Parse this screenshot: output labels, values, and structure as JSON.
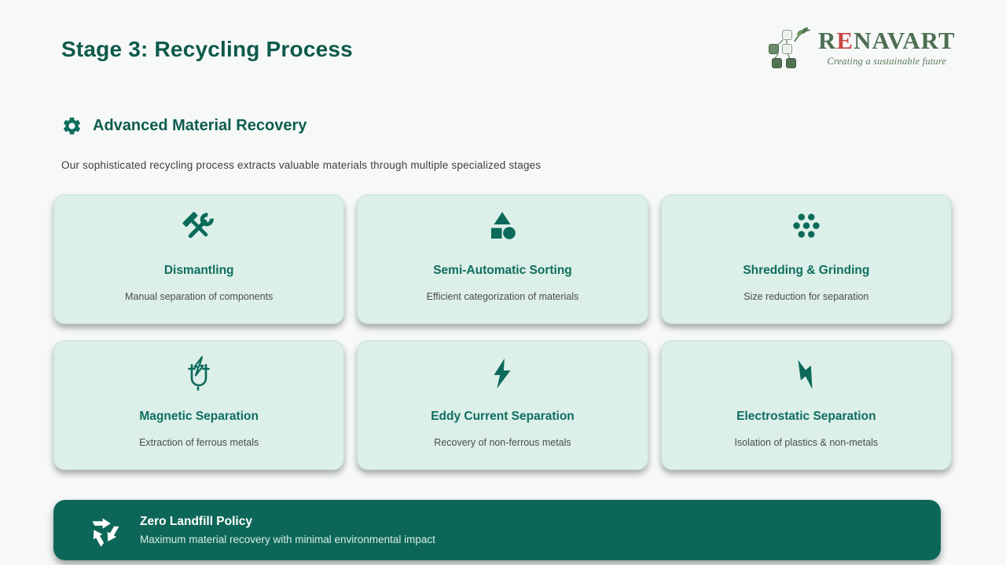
{
  "page": {
    "title": "Stage 3: Recycling Process",
    "section": {
      "icon": "gear-icon",
      "heading": "Advanced Material Recovery",
      "subtitle": "Our sophisticated recycling process extracts valuable materials through multiple specialized stages"
    }
  },
  "logo": {
    "brand_prefix": "R",
    "brand_accent": "E",
    "brand_suffix": "NAVART",
    "tagline": "Creating a sustainable future",
    "mark_icon": "blocks-and-leaf-icon"
  },
  "cards": [
    {
      "icon": "tools-icon",
      "title": "Dismantling",
      "description": "Manual separation of components"
    },
    {
      "icon": "shapes-icon",
      "title": "Semi-Automatic Sorting",
      "description": "Efficient categorization of materials"
    },
    {
      "icon": "particles-icon",
      "title": "Shredding & Grinding",
      "description": "Size reduction for separation"
    },
    {
      "icon": "magnet-icon",
      "title": "Magnetic Separation",
      "description": "Extraction of ferrous metals"
    },
    {
      "icon": "bolt-icon",
      "title": "Eddy Current Separation",
      "description": "Recovery of non-ferrous metals"
    },
    {
      "icon": "zap-icon",
      "title": "Electrostatic Separation",
      "description": "Isolation of plastics & non-metals"
    }
  ],
  "banner": {
    "icon": "recycle-icon",
    "title": "Zero Landfill Policy",
    "description": "Maximum material recovery with minimal environmental impact"
  },
  "colors": {
    "page_background": "#f7f9f9",
    "accent_dark": "#0d5c4e",
    "icon_teal": "#0b6a5a",
    "card_background": "#dcefe8",
    "banner_background": "#0d6758",
    "brand_green": "#4d6e52",
    "brand_red": "#cc4540"
  }
}
